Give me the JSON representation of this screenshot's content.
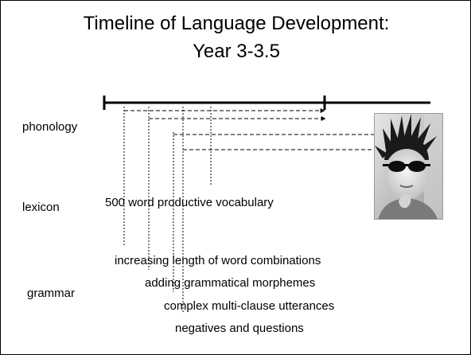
{
  "slide": {
    "title_lines": [
      "Timeline of Language Development:",
      "Year 3-3.5"
    ]
  },
  "rows": {
    "phonology": "phonology",
    "lexicon": "lexicon",
    "grammar": "grammar"
  },
  "milestones": {
    "lexicon": [
      "500 word productive vocabulary"
    ],
    "grammar": [
      "increasing length of word combinations",
      "adding grammatical morphemes",
      "complex multi-clause utterances",
      "negatives and questions"
    ]
  },
  "image": {
    "icon": "child-with-sunglasses-photo"
  },
  "colors": {
    "line": "#000000",
    "background": "#ffffff"
  }
}
